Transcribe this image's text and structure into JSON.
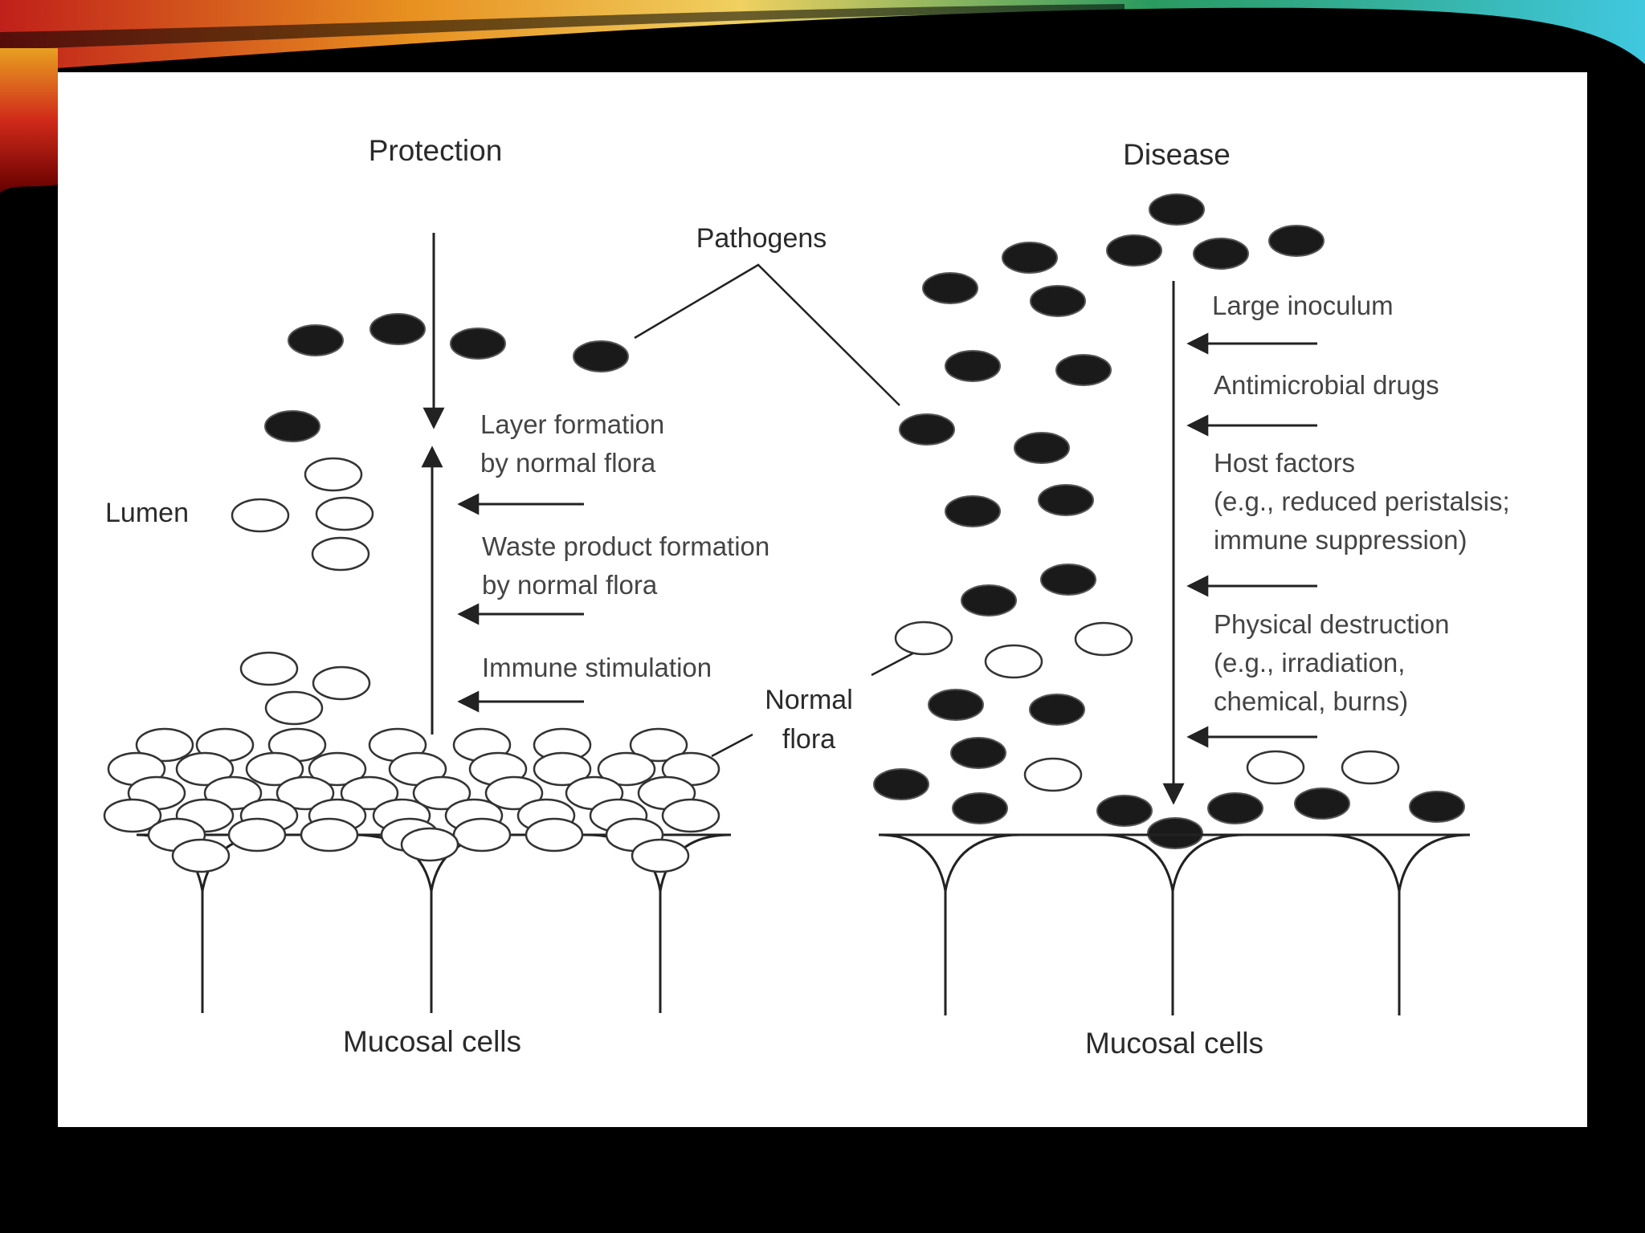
{
  "protection": {
    "title": "Protection",
    "lumen_label": "Lumen",
    "mechanisms": {
      "layer_line1": "Layer formation",
      "layer_line2": "by normal flora",
      "waste_line1": "Waste product formation",
      "waste_line2": "by normal flora",
      "immune": "Immune stimulation"
    },
    "mucosa_label": "Mucosal cells"
  },
  "shared": {
    "pathogens_label": "Pathogens",
    "normal_flora_line1": "Normal",
    "normal_flora_line2": "flora"
  },
  "disease": {
    "title": "Disease",
    "factors": {
      "inoculum": "Large inoculum",
      "antimicrobial": "Antimicrobial drugs",
      "host_line1": "Host factors",
      "host_line2": "(e.g., reduced peristalsis;",
      "host_line3": "immune suppression)",
      "physical_line1": "Physical destruction",
      "physical_line2": "(e.g., irradiation,",
      "physical_line3": "chemical, burns)"
    },
    "mucosa_label": "Mucosal cells"
  },
  "colors": {
    "background": "#000000",
    "diagram_panel": "#ffffff",
    "pathogen_fill": "#1a1a1a",
    "flora_stroke": "#333333",
    "banner": [
      "#c0201a",
      "#e8a020",
      "#f0d060",
      "#30a060",
      "#40c8e0"
    ]
  }
}
